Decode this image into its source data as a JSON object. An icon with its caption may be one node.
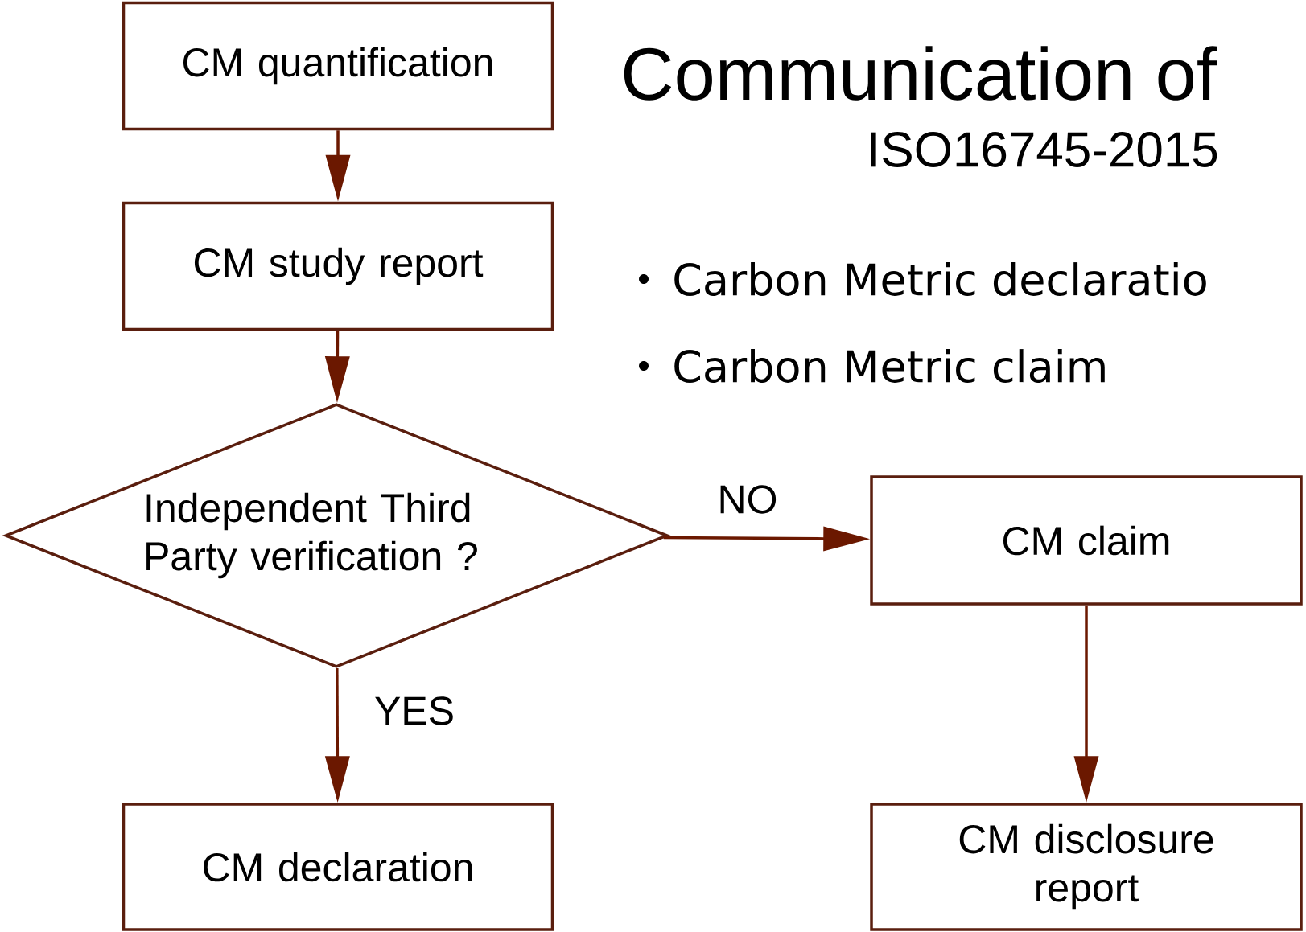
{
  "diagram": {
    "title": "Communication of",
    "nodes": [
      {
        "text": [
          "CM quantification"
        ]
      },
      {
        "text": [
          "CM study report"
        ]
      },
      {
        "text": [
          "Independent Third Party verification ?"
        ]
      },
      {
        "text": [
          "CM claim"
        ]
      },
      {
        "text": [
          "CM declaration"
        ]
      },
      {
        "text": [
          "CM disclosure report"
        ]
      }
    ],
    "edges": [
      {
        "from": 0,
        "to": 1,
        "arrow": "to"
      },
      {
        "from": 1,
        "to": 2,
        "arrow": "to"
      },
      {
        "from": 2,
        "to": 3,
        "arrow": "to",
        "label": "NO"
      },
      {
        "from": 2,
        "to": 4,
        "arrow": "to",
        "label": "YES"
      },
      {
        "from": 3,
        "to": 5,
        "arrow": "to"
      }
    ],
    "labels": [
      "ISO16745-2015",
      "Carbon Metric declaratio",
      "Carbon Metric claim"
    ]
  }
}
